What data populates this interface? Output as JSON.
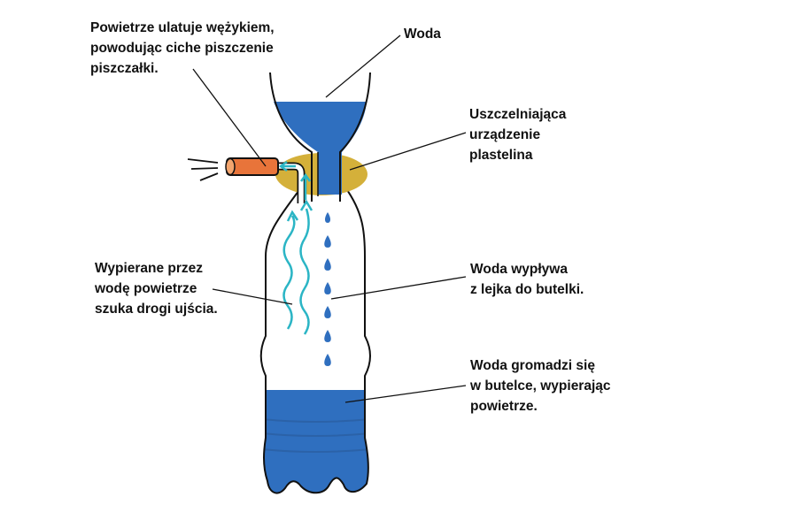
{
  "colors": {
    "water": "#2f6fbf",
    "clay": "#d4b03a",
    "tube": "#e8743a",
    "arrows": "#2bb5c5",
    "outline": "#111111"
  },
  "labels": {
    "air_escape": [
      "Powietrze ulatuje wężykiem,",
      "powodując ciche piszczenie",
      "piszczałki."
    ],
    "water": [
      "Woda"
    ],
    "seal": [
      "Uszczelniająca",
      "urządzenie",
      "plastelina"
    ],
    "displaced_air": [
      "Wypierane przez",
      "wodę powietrze",
      "szuka drogi ujścia."
    ],
    "water_flow": [
      "Woda wypływa",
      "z lejka do butelki."
    ],
    "water_collects": [
      "Woda gromadzi się",
      "w butelce, wypierając",
      "powietrze."
    ]
  },
  "icons": [
    "funnel",
    "bottle",
    "plasticine-seal",
    "whistle-tube",
    "air-arrows",
    "water-drops",
    "sound-lines"
  ]
}
